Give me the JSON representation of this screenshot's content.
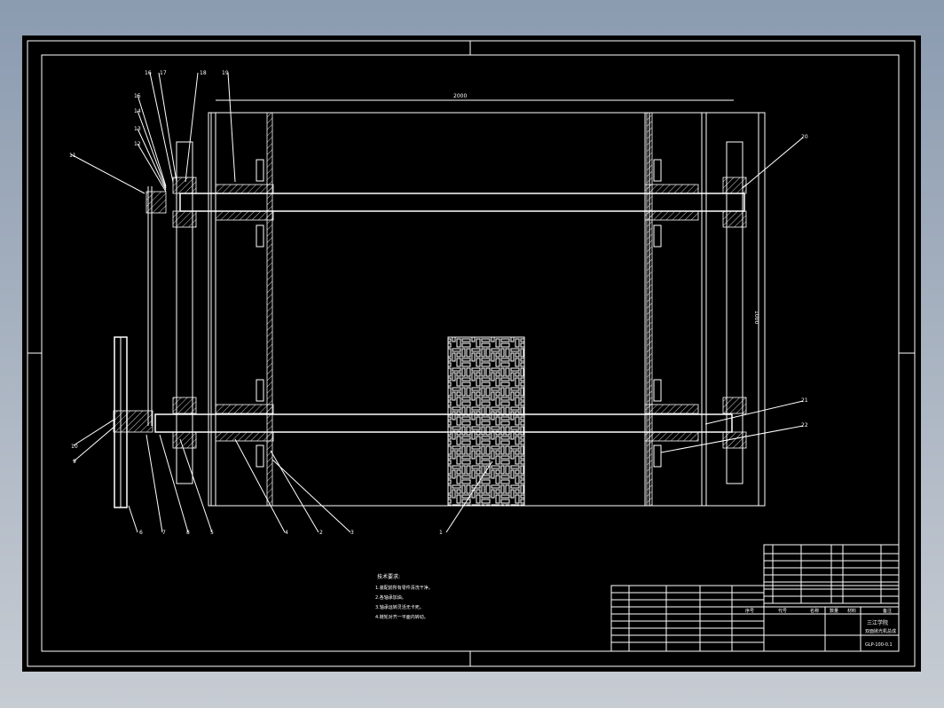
{
  "drawing": {
    "overall_width": "2000",
    "height_dim": "1000",
    "callouts": [
      "1",
      "2",
      "3",
      "4",
      "5",
      "6",
      "7",
      "8",
      "9",
      "10",
      "11",
      "12",
      "13",
      "14",
      "15",
      "16",
      "17",
      "18",
      "19",
      "20",
      "21",
      "22"
    ],
    "notes_title": "技术要求:",
    "notes": [
      "1.装配前所有零件清洗干净。",
      "2.各轴承加油。",
      "3.轴承运转灵活无卡死。",
      "4.链轮对齐一平面内转动。"
    ]
  },
  "title_block": {
    "school": "三江学院",
    "drawing_name": "双面抛光机总成",
    "drawing_no": "GLP-100-0.1",
    "headers": [
      "序号",
      "代号",
      "名称",
      "数量",
      "材料",
      "备注"
    ]
  },
  "colors": {
    "desktop_top": "#8b9bb0",
    "sheet": "#000000",
    "lines": "#ffffff"
  }
}
